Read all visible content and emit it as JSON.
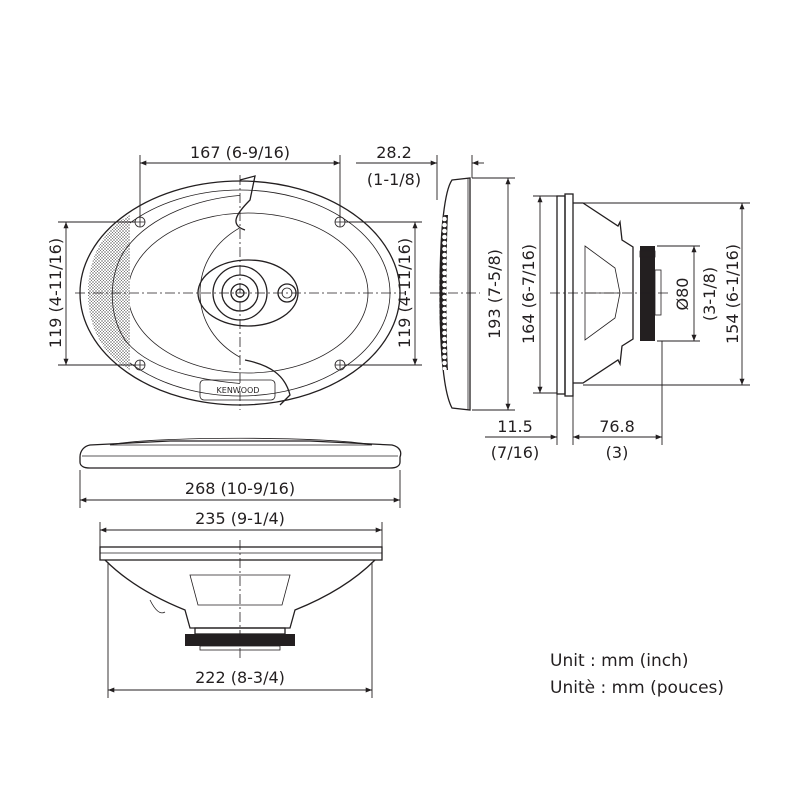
{
  "brand_logo": "KENWOOD",
  "dimensions": {
    "front_width": "167 (6-9/16)",
    "front_height_left": "119 (4-11/16)",
    "front_height_right": "119 (4-11/16)",
    "grille_depth_mm": "28.2",
    "grille_depth_in": "(1-1/8)",
    "grille_height": "193 (7-5/8)",
    "flange_height": "164 (6-7/16)",
    "magnet_diameter_mm": "Ø80",
    "magnet_diameter_in": "(3-1/8)",
    "basket_height": "154 (6-1/16)",
    "flange_thickness_mm": "11.5",
    "flange_thickness_in": "(7/16)",
    "mount_depth_mm": "76.8",
    "mount_depth_in": "(3)",
    "overall_width": "268 (10-9/16)",
    "cutout_width": "235 (9-1/4)",
    "basket_width": "222 (8-3/4)"
  },
  "units": {
    "en": "Unit : mm (inch)",
    "fr": "Unitè : mm (pouces)"
  },
  "line_color": "#231f20"
}
